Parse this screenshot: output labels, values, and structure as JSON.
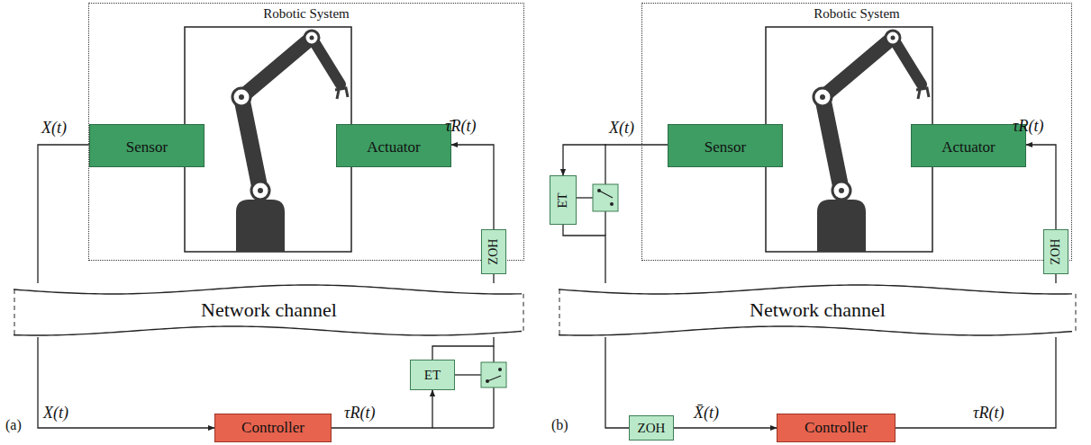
{
  "diagram": {
    "nodes": [
      {
        "text": [
          "Robotic System"
        ]
      },
      {
        "text": [
          "Sensor"
        ],
        "in": 0
      },
      {
        "text": [
          "Actuator"
        ],
        "in": 0
      },
      {
        "text": [
          "ZOH"
        ]
      },
      {
        "text": [
          "Network channel"
        ]
      },
      {
        "text": [
          "ET"
        ]
      },
      {
        "text": [
          "Controller"
        ]
      },
      {
        "text": [
          "Robotic System"
        ]
      },
      {
        "text": [
          "Sensor"
        ],
        "in": 7
      },
      {
        "text": [
          "Actuator"
        ],
        "in": 7
      },
      {
        "text": [
          "ET"
        ]
      },
      {
        "text": [
          "ZOH"
        ]
      },
      {
        "text": [
          "Network channel"
        ]
      },
      {
        "text": [
          "ZOH"
        ]
      },
      {
        "text": [
          "Controller"
        ]
      }
    ],
    "edges": [
      {
        "from": 1,
        "to": 4,
        "arrow": "none"
      },
      {
        "from": 4,
        "to": 6,
        "arrow": "to"
      },
      {
        "from": 6,
        "to": 5,
        "arrow": "to"
      },
      {
        "from": 5,
        "to": 4,
        "arrow": "none"
      },
      {
        "from": 4,
        "to": 3,
        "arrow": "none"
      },
      {
        "from": 3,
        "to": 2,
        "arrow": "to"
      },
      {
        "from": 8,
        "to": 10,
        "arrow": "to"
      },
      {
        "from": 10,
        "to": 12,
        "arrow": "none"
      },
      {
        "from": 12,
        "to": 13,
        "arrow": "none"
      },
      {
        "from": 13,
        "to": 14,
        "arrow": "to"
      },
      {
        "from": 14,
        "to": 12,
        "arrow": "none"
      },
      {
        "from": 12,
        "to": 11,
        "arrow": "none"
      },
      {
        "from": 11,
        "to": 9,
        "arrow": "to"
      }
    ],
    "labels": [
      "X(t)",
      "τ̄R(t)",
      "X(t)",
      "τR(t)",
      "(a)",
      "X(t)",
      "τR(t)",
      "X̄(t)",
      "τR(t)",
      "(b)"
    ]
  }
}
